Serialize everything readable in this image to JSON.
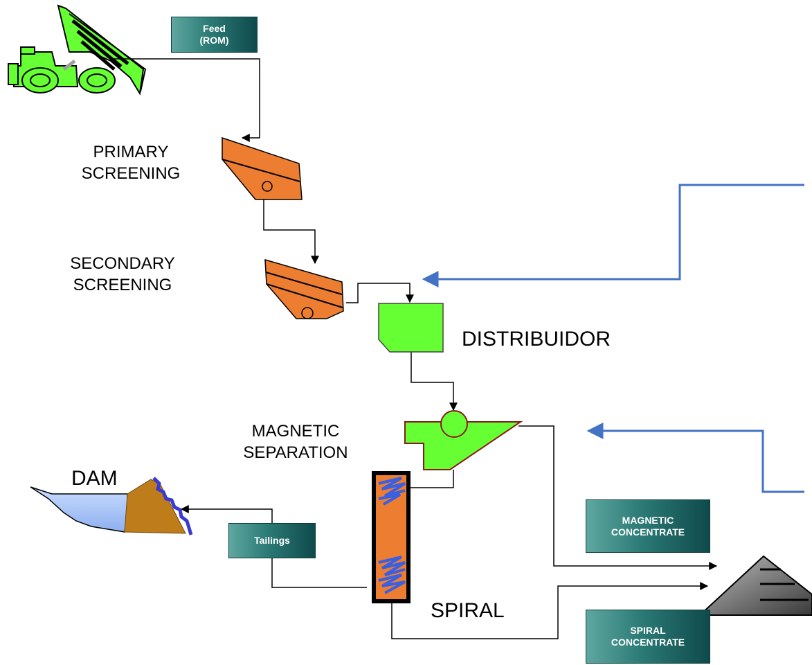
{
  "labels": {
    "primary_1": "PRIMARY",
    "primary_2": "SCREENING",
    "secondary_1": "SECONDARY",
    "secondary_2": "SCREENING",
    "distribuidor": "DISTRIBUIDOR",
    "magnetic_1": "MAGNETIC",
    "magnetic_2": "SEPARATION",
    "dam": "DAM",
    "spiral": "SPIRAL"
  },
  "boxes": {
    "feed_1": "Feed",
    "feed_2": "(ROM)",
    "tailings": "Tailings",
    "magnetic_conc_1": "MAGNETIC",
    "magnetic_conc_2": "CONCENTRATE",
    "spiral_conc_1": "SPIRAL",
    "spiral_conc_2": "CONCENTRATE"
  },
  "colors": {
    "equipment_orange": "#ed7d31",
    "equipment_green": "#66ff33",
    "recycle_line": "#4472c4",
    "label_box": "#2b7a76"
  }
}
